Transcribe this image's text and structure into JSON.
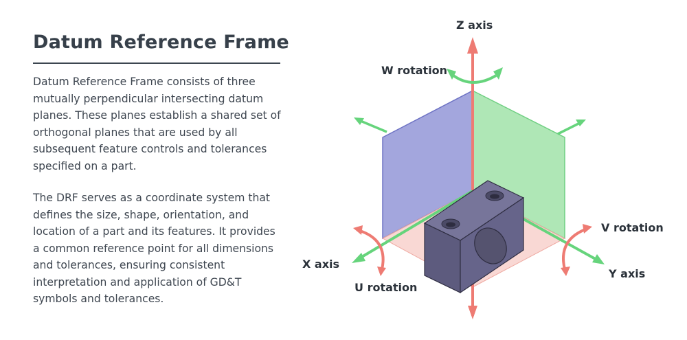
{
  "title": "Datum Reference Frame",
  "paragraphs": [
    "Datum Reference Frame consists of three mutually perpendicular intersecting datum planes. These planes establish a shared set of orthogonal planes that are used by all subsequent feature controls and tolerances specified on a part.",
    "The DRF serves as a coordinate system that defines the size, shape, orientation, and location of a part and its features. It provides a common reference point for all dimensions and tolerances, ensuring consistent interpretation and application of GD&T symbols and tolerances."
  ],
  "diagram": {
    "labels": {
      "z_axis": "Z axis",
      "w_rotation": "W rotation",
      "v_rotation": "V rotation",
      "x_axis": "X axis",
      "y_axis": "Y axis",
      "u_rotation": "U rotation"
    },
    "colors": {
      "xz_plane": "#8f93d6",
      "yz_plane": "#9ee2a6",
      "xy_plane": "#f7c7c2",
      "axis_red": "#ee7b73",
      "axis_green": "#66d47c",
      "part_body": "#5d5b7e"
    }
  }
}
